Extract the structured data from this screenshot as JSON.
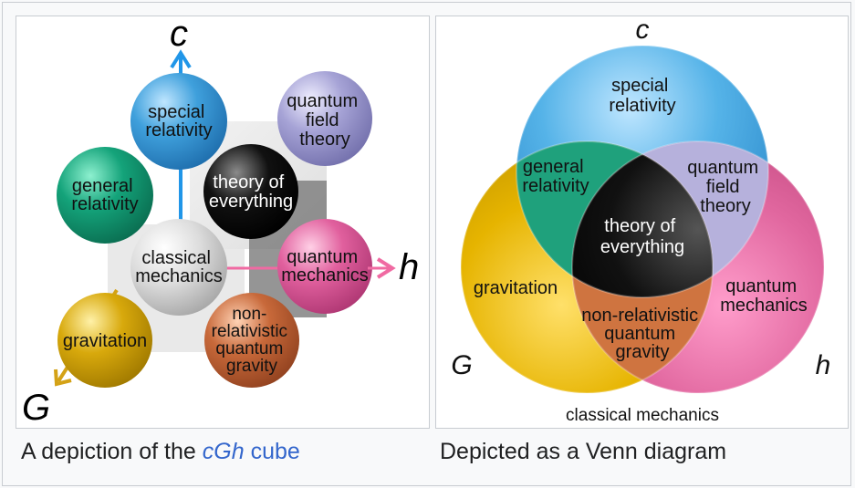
{
  "cube": {
    "axis_labels": {
      "c": "c",
      "h": "h",
      "G": "G"
    },
    "spheres": {
      "special_relativity": [
        "special",
        "relativity"
      ],
      "quantum_field_theory": [
        "quantum",
        "field",
        "theory"
      ],
      "general_relativity": [
        "general",
        "relativity"
      ],
      "theory_of_everything": [
        "theory of",
        "everything"
      ],
      "classical_mechanics": [
        "classical",
        "mechanics"
      ],
      "quantum_mechanics": [
        "quantum",
        "mechanics"
      ],
      "gravitation": [
        "gravitation"
      ],
      "non_relativistic_quantum_gravity": [
        "non-",
        "relativistic",
        "quantum",
        "gravity"
      ]
    },
    "caption": {
      "prefix": "A depiction of the ",
      "link_italic": "cGh",
      "link_rest": " cube"
    }
  },
  "venn": {
    "circle_labels": {
      "c": "c",
      "G": "G",
      "h": "h"
    },
    "regions": {
      "special_relativity": [
        "special",
        "relativity"
      ],
      "general_relativity": [
        "general",
        "relativity"
      ],
      "quantum_field_theory": [
        "quantum",
        "field",
        "theory"
      ],
      "theory_of_everything": [
        "theory of",
        "everything"
      ],
      "gravitation": [
        "gravitation"
      ],
      "quantum_mechanics": [
        "quantum",
        "mechanics"
      ],
      "non_relativistic_quantum_gravity": [
        "non-relativistic",
        "quantum",
        "gravity"
      ]
    },
    "outside_label": "classical mechanics",
    "caption": "Depicted as a Venn diagram"
  },
  "colors": {
    "special_relativity": "#3fa0dc",
    "quantum_field_theory": "#a6a3d6",
    "general_relativity": "#14a37a",
    "theory_of_everything": "#111111",
    "classical_mechanics": "#dcdcdc",
    "quantum_mechanics": "#e1609e",
    "gravitation": "#d8a90c",
    "non_relativistic_quantum_gravity": "#c8693a",
    "c_axis": "#2196e8",
    "h_axis": "#f06aa2",
    "G_axis": "#d4a216",
    "link": "#3366cc"
  }
}
